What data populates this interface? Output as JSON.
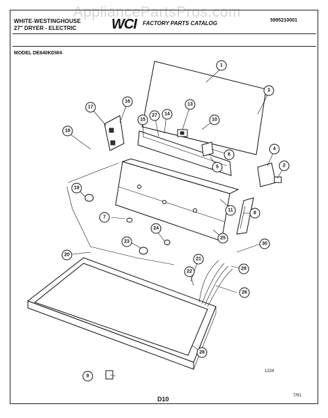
{
  "header": {
    "brand_line": "WHITE-WESTINGHOUSE",
    "product_line": "27\" DRYER - ELECTRIC",
    "logo": "WCI",
    "catalog_title": "FACTORY PARTS CATALOG",
    "catalog_number": "5995210001"
  },
  "watermark": "AppliancePartsPros.com",
  "model_label": "MODEL DE640KDW4",
  "callouts": [
    "1",
    "2",
    "3",
    "4",
    "5",
    "6",
    "7",
    "8",
    "9",
    "10",
    "11",
    "13",
    "14",
    "15",
    "16",
    "17",
    "18",
    "19",
    "20",
    "21",
    "22",
    "23",
    "24",
    "25",
    "26",
    "27",
    "28",
    "29",
    "30"
  ],
  "footer": {
    "page_code": "D10",
    "illustration_number": "1224",
    "date": "7/91"
  }
}
